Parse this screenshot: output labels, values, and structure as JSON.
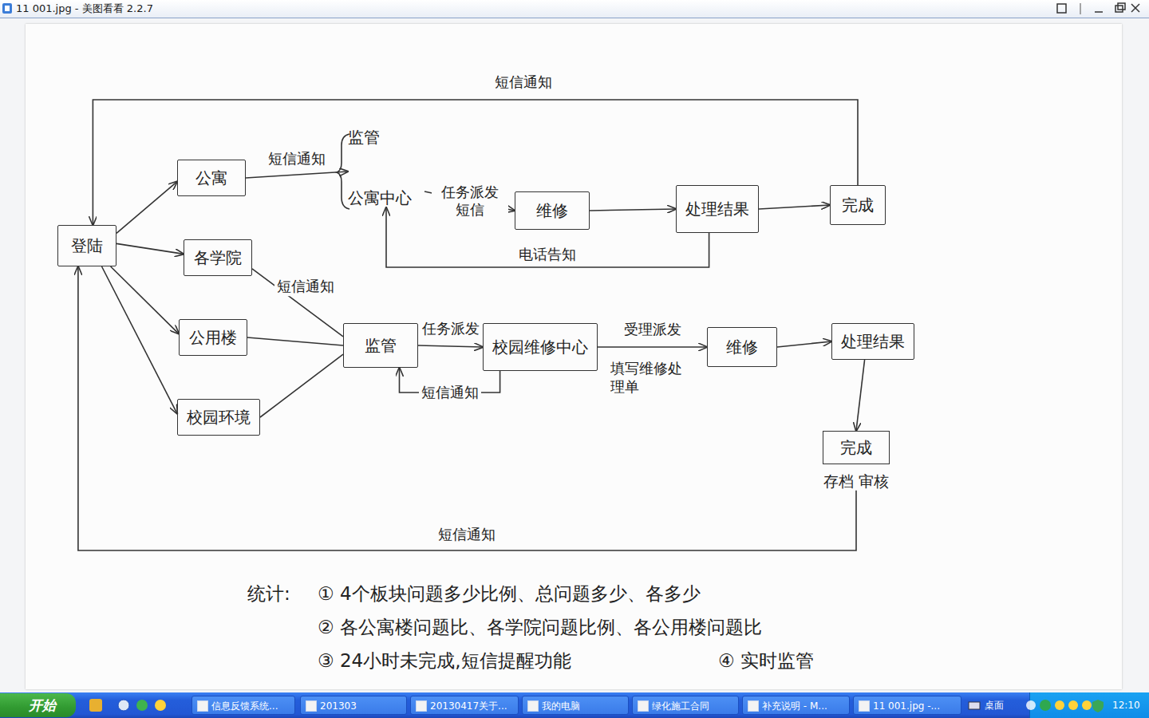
{
  "diagram": {
    "nodes": [
      {
        "text": [
          "登陆"
        ]
      },
      {
        "text": [
          "公寓"
        ]
      },
      {
        "text": [
          "各学院"
        ]
      },
      {
        "text": [
          "公用楼"
        ]
      },
      {
        "text": [
          "校园环境"
        ]
      },
      {
        "text": [
          "监管",
          "公寓中心"
        ]
      },
      {
        "text": [
          "维修"
        ]
      },
      {
        "text": [
          "处理结果"
        ]
      },
      {
        "text": [
          "完成"
        ]
      },
      {
        "text": [
          "监管"
        ]
      },
      {
        "text": [
          "校园维修中心"
        ]
      },
      {
        "text": [
          "维修"
        ]
      },
      {
        "text": [
          "处理结果"
        ]
      },
      {
        "text": [
          "完成",
          "存档 审核"
        ]
      }
    ],
    "edges": [
      {
        "from": 0,
        "to": 1,
        "arrow": "to"
      },
      {
        "from": 0,
        "to": 2,
        "arrow": "to"
      },
      {
        "from": 0,
        "to": 3,
        "arrow": "to"
      },
      {
        "from": 0,
        "to": 4,
        "arrow": "to"
      },
      {
        "from": 1,
        "to": 5,
        "label": "短信通知",
        "arrow": "to"
      },
      {
        "from": 5,
        "to": 6,
        "label": "任务派发 短信",
        "arrow": "to"
      },
      {
        "from": 6,
        "to": 7,
        "arrow": "to"
      },
      {
        "from": 7,
        "to": 8,
        "arrow": "to"
      },
      {
        "from": 7,
        "to": 5,
        "label": "电话告知",
        "arrow": "to"
      },
      {
        "from": 8,
        "to": 0,
        "label": "短信通知",
        "arrow": "to"
      },
      {
        "from": 2,
        "to": 9,
        "label": "短信通知",
        "arrow": "none"
      },
      {
        "from": 3,
        "to": 9,
        "arrow": "none"
      },
      {
        "from": 4,
        "to": 9,
        "arrow": "none"
      },
      {
        "from": 9,
        "to": 10,
        "label": "任务派发",
        "arrow": "to"
      },
      {
        "from": 10,
        "to": 9,
        "label": "短信通知",
        "arrow": "to"
      },
      {
        "from": 10,
        "to": 11,
        "label": "受理派发",
        "arrow": "to"
      },
      {
        "from": 11,
        "to": 12,
        "arrow": "to"
      },
      {
        "from": 12,
        "to": 13,
        "arrow": "to"
      },
      {
        "from": 13,
        "to": 0,
        "label": "短信通知",
        "arrow": "to"
      }
    ],
    "labels": [
      "11 001.jpg - 美图看看 2.2.7",
      "填写维修处理单",
      "统计:",
      "① 4个板块问题多少比例、总问题多少、各多少",
      "② 各公寓楼问题比、各学院问题比例、各公用楼问题比",
      "③ 24小时未完成,短信提醒功能",
      "④ 实时监管",
      "开始",
      "信息反馈系统...",
      "201303",
      "20130417关于...",
      "我的电脑",
      "绿化施工合同",
      "补充说明 - M...",
      "11 001.jpg -...",
      "桌面",
      "12:10"
    ]
  }
}
